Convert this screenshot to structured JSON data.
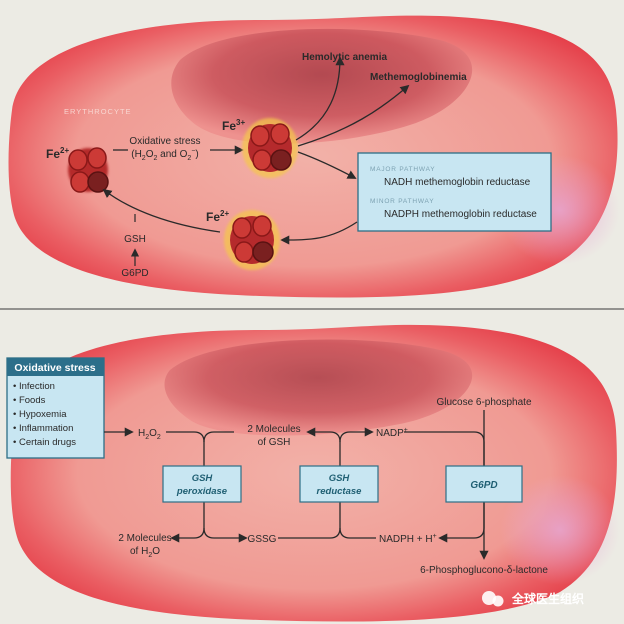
{
  "top": {
    "cell_label": "ERYTHROCYTE",
    "fe2_left": {
      "base": "Fe",
      "sup": "2+"
    },
    "fe3": {
      "base": "Fe",
      "sup": "3+"
    },
    "fe2_bottom": {
      "base": "Fe",
      "sup": "2+"
    },
    "oxidative_stress": "Oxidative stress",
    "h2o2_o2": {
      "open": "(H",
      "sub1": "2",
      "o": "O",
      "sub2": "2",
      "and": " and O",
      "sub3": "2",
      "sup3": "−",
      "close": ")"
    },
    "hemolytic_anemia": "Hemolytic anemia",
    "methemoglobinemia": "Methemoglobinemia",
    "gsh": "GSH",
    "g6pd": "G6PD",
    "major_pathway_label": "MAJOR PATHWAY",
    "major_pathway_enzyme": "NADH methemoglobin reductase",
    "minor_pathway_label": "MINOR PATHWAY",
    "minor_pathway_enzyme": "NADPH methemoglobin reductase"
  },
  "bottom": {
    "ox_box_title": "Oxidative stress",
    "ox_items": [
      "Infection",
      "Foods",
      "Hypoxemia",
      "Inflammation",
      "Certain drugs"
    ],
    "h2o2": {
      "base": "H",
      "sub": "2",
      "tail": "O",
      "sub2": "2"
    },
    "two_gsh_line1": "2 Molecules",
    "two_gsh_line2": "of GSH",
    "nadp": {
      "base": "NADP",
      "sup": "+"
    },
    "glucose6p": "Glucose 6-phosphate",
    "gsh_peroxidase_1": "GSH",
    "gsh_peroxidase_2": "peroxidase",
    "gsh_reductase_1": "GSH",
    "gsh_reductase_2": "reductase",
    "g6pd": "G6PD",
    "two_h2o_line1": "2 Molecules",
    "two_h2o_line2": {
      "base": "of H",
      "sub": "2",
      "tail": "O"
    },
    "gssg": "GSSG",
    "nadph": {
      "base": "NADPH + H",
      "sup": "+"
    },
    "phosphoglucono": "6-Phosphoglucono-δ-lactone"
  },
  "watermark": "全球医生组织",
  "colors": {
    "background": "#ecebe4",
    "cell_outer": "#e8424a",
    "cell_inner": "#f4a8a0",
    "box_fill": "#c8e6f2",
    "box_stroke": "#2d6f86",
    "box_text": "#1f5f73",
    "ox_box_title_bg": "#2c6f8a",
    "arrow": "#2a2a2a"
  }
}
